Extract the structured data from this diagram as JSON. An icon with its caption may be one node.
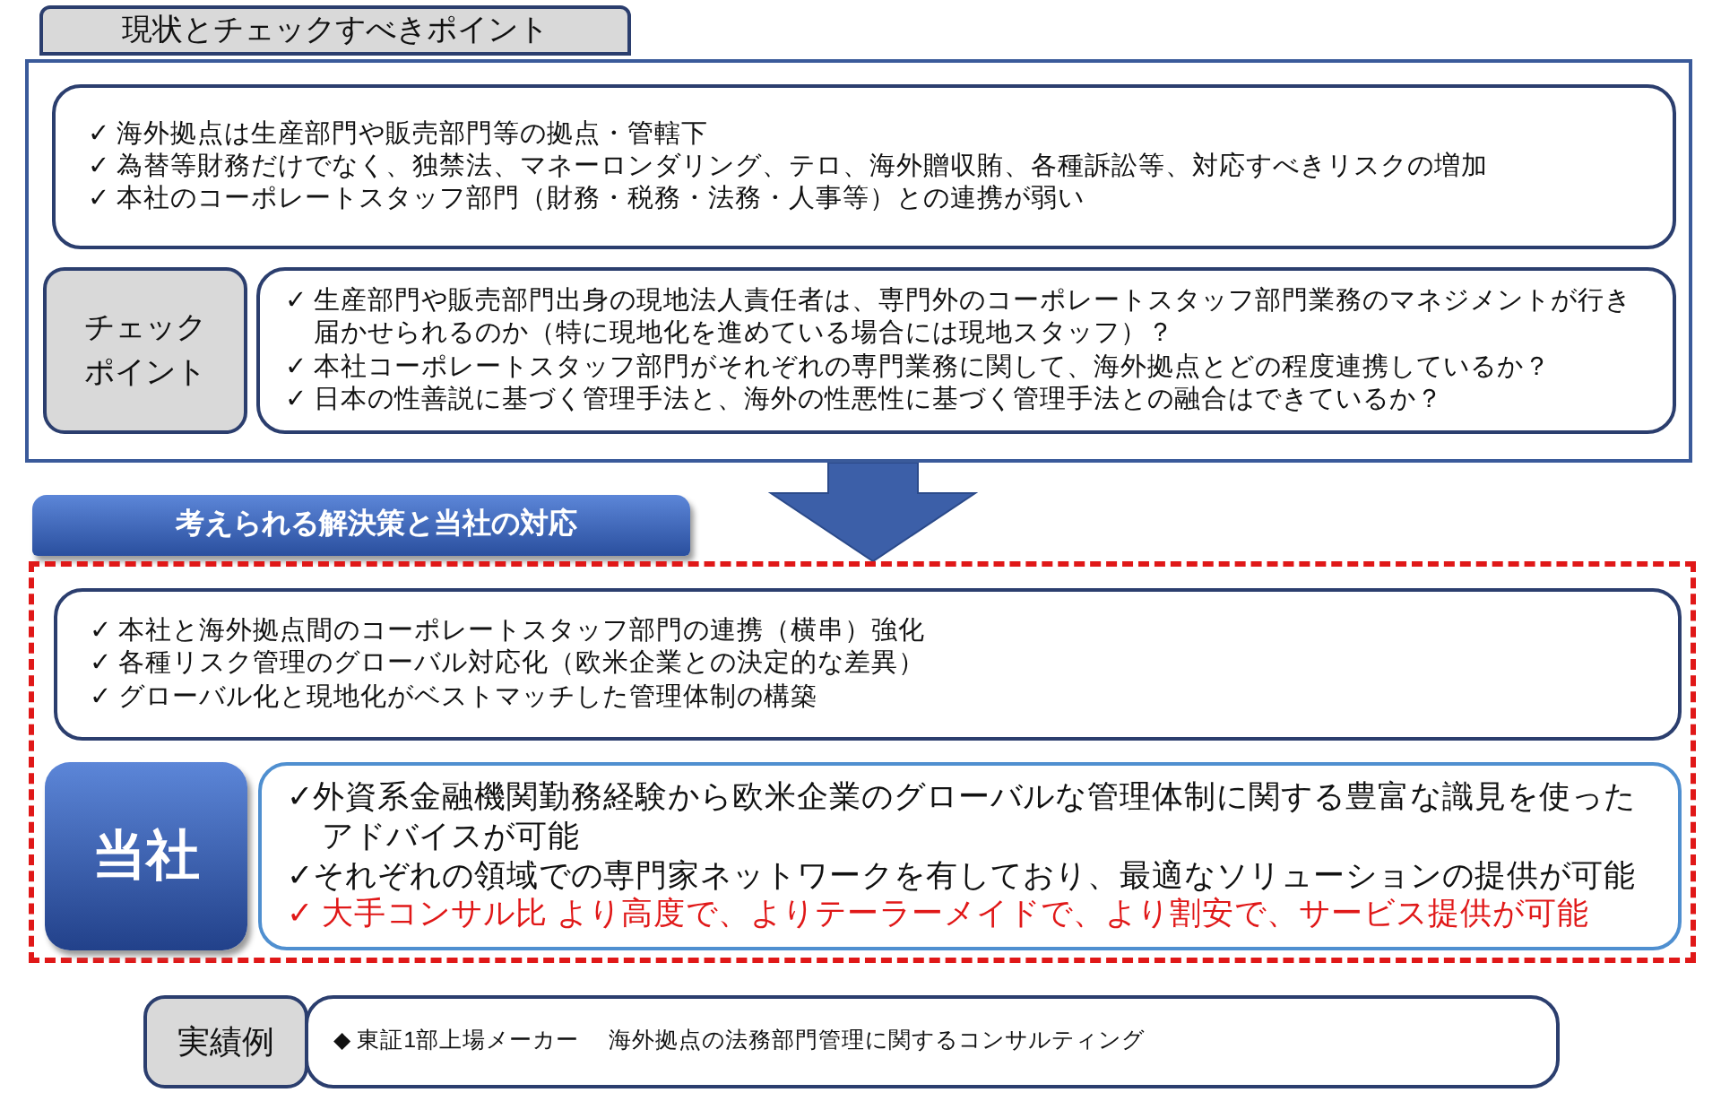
{
  "diagram": {
    "nodes": [
      {
        "text": [
          "現状とチェックすべきポイント"
        ]
      },
      {
        "text": [],
        "shape": "box"
      },
      {
        "text": [
          "✓ 海外拠点は生産部門や販売部門等の拠点・管轄下",
          "✓ 為替等財務だけでなく、独禁法、マネーロンダリング、テロ、海外贈収賄、各種訴訟等、対応すべきリスクの増加",
          "✓ 本社のコーポレートスタッフ部門（財務・税務・法務・人事等）との連携が弱い"
        ],
        "in": 1
      },
      {
        "text": [
          "チェックポイント"
        ],
        "in": 1
      },
      {
        "text": [
          "✓ 生産部門や販売部門出身の現地法人責任者は、専門外のコーポレートスタッフ部門業務のマネジメントが行き届かせられるのか（特に現地化を進めている場合には現地スタッフ）？",
          "✓ 本社コーポレートスタッフ部門がそれぞれの専門業務に関して、海外拠点とどの程度連携しているか？",
          "✓ 日本の性善説に基づく管理手法と、海外の性悪性に基づく管理手法との融合はできているか？"
        ],
        "in": 1
      },
      {
        "text": [
          "考えられる解決策と当社の対応"
        ]
      },
      {
        "text": [],
        "shape": "box"
      },
      {
        "text": [
          "✓ 本社と海外拠点間のコーポレートスタッフ部門の連携（横串）強化",
          "✓ 各種リスク管理のグローバル対応化（欧米企業との決定的な差異）",
          "✓ グローバル化と現地化がベストマッチした管理体制の構築"
        ],
        "in": 6
      },
      {
        "text": [
          "当社"
        ],
        "in": 6
      },
      {
        "text": [
          "✓外資系金融機関勤務経験から欧米企業のグローバルな管理体制に関する豊富な識見を使ったアドバイスが可能",
          "✓それぞれの領域での専門家ネットワークを有しており、最適なソリューションの提供が可能",
          "✓ 大手コンサル比 より高度で、よりテーラーメイドで、より割安で、サービス提供が可能"
        ],
        "in": 6
      },
      {
        "text": [
          "実績例"
        ]
      },
      {
        "text": [
          "◆ 東証1部上場メーカー　 海外拠点の法務部門管理に関するコンサルティング"
        ]
      }
    ],
    "edges": [
      {
        "from": 1,
        "to": 6,
        "arrow": "to",
        "style": "thick"
      }
    ]
  }
}
